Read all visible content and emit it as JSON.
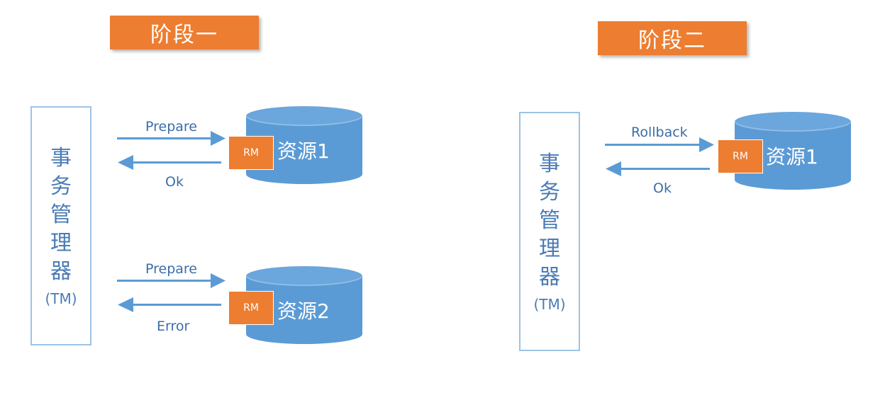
{
  "phase1": {
    "title": "阶段一",
    "tm": {
      "chars": [
        "事",
        "务",
        "管",
        "理",
        "器"
      ],
      "abbr": "(TM)"
    },
    "resources": [
      {
        "name": "资源1",
        "rm": "RM",
        "request": "Prepare",
        "response": "Ok"
      },
      {
        "name": "资源2",
        "rm": "RM",
        "request": "Prepare",
        "response": "Error"
      }
    ]
  },
  "phase2": {
    "title": "阶段二",
    "tm": {
      "chars": [
        "事",
        "务",
        "管",
        "理",
        "器"
      ],
      "abbr": "(TM)"
    },
    "resources": [
      {
        "name": "资源1",
        "rm": "RM",
        "request": "Rollback",
        "response": "Ok"
      }
    ]
  },
  "colors": {
    "accent": "#ED7D31",
    "database": "#5B9BD5",
    "border": "#9DC3E6",
    "arrow": "#5B9BD5",
    "text": "#3A6EA8"
  }
}
